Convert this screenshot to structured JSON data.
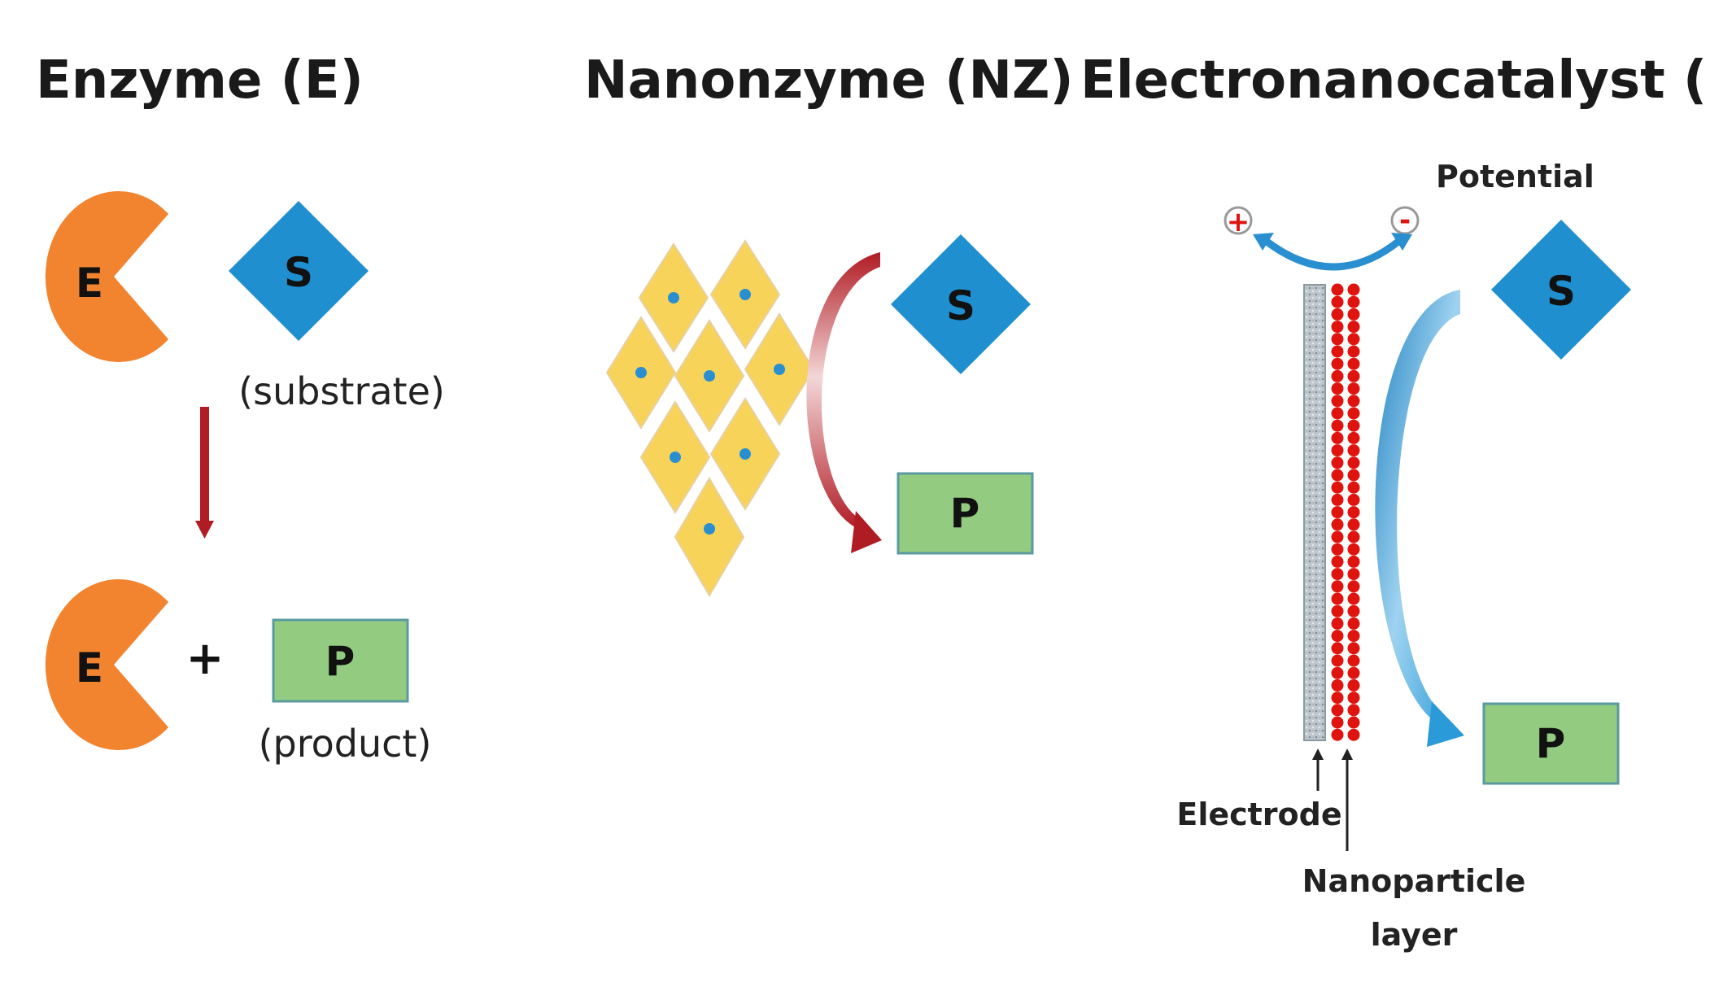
{
  "colors": {
    "enzyme": "#f28430",
    "substrate": "#1f8fd0",
    "product": "#93cc80",
    "product_border": "#5a9aa0",
    "nanozyme_tile": "#f8d35a",
    "nanozyme_dot": "#2a8fd0",
    "red_arrow": "#b01c24",
    "blue_arrow": "#2a8fd0",
    "nanoparticle": "#e0140e",
    "electrode": "#b9c3c9"
  },
  "panels": {
    "enzyme": {
      "title": "Enzyme (E)",
      "enzyme_letter": "E",
      "substrate_letter": "S",
      "substrate_label": "(substrate)",
      "plus": "+",
      "product_letter": "P",
      "product_label": "(product)"
    },
    "nanozyme": {
      "title": "Nanonzyme (NZ)",
      "substrate_letter": "S",
      "product_letter": "P"
    },
    "enc": {
      "title": "Electronanocatalyst (ENC)",
      "potential_label": "Potential",
      "plus_sign": "+",
      "minus_sign": "-",
      "substrate_letter": "S",
      "product_letter": "P",
      "electrode_label": "Electrode",
      "nanoparticle_label_line1": "Nanoparticle",
      "nanoparticle_label_line2": "layer"
    }
  }
}
